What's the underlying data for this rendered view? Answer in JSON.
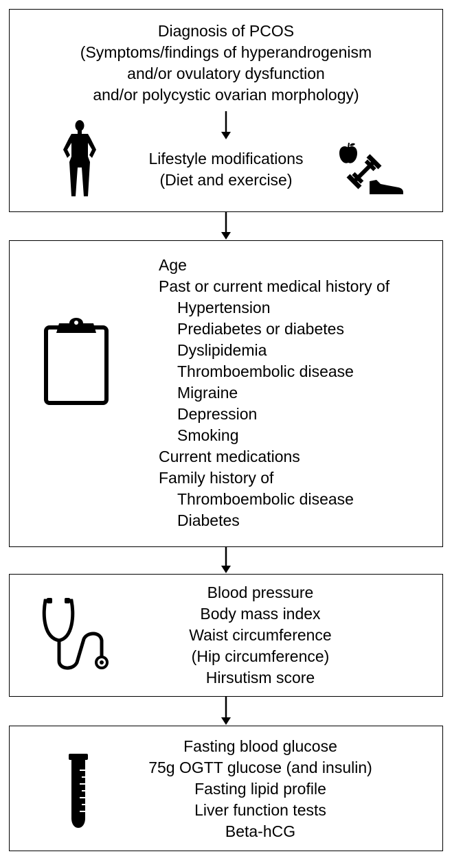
{
  "box1": {
    "lines": [
      "Diagnosis of PCOS",
      "(Symptoms/findings of hyperandrogenism",
      "and/or ovulatory dysfunction",
      "and/or polycystic ovarian morphology)"
    ],
    "lifestyle": [
      "Lifestyle modifications",
      "(Diet and exercise)"
    ],
    "icons": [
      "woman-silhouette-icon",
      "apple-icon",
      "dumbbell-icon",
      "sneaker-icon"
    ]
  },
  "box2": {
    "items": [
      {
        "text": "Age",
        "indent": 0
      },
      {
        "text": "Past or current medical history of",
        "indent": 0
      },
      {
        "text": "Hypertension",
        "indent": 1
      },
      {
        "text": "Prediabetes or diabetes",
        "indent": 1
      },
      {
        "text": "Dyslipidemia",
        "indent": 1
      },
      {
        "text": "Thromboembolic disease",
        "indent": 1
      },
      {
        "text": "Migraine",
        "indent": 1
      },
      {
        "text": "Depression",
        "indent": 1
      },
      {
        "text": "Smoking",
        "indent": 1
      },
      {
        "text": "Current medications",
        "indent": 0
      },
      {
        "text": "Family history of",
        "indent": 0
      },
      {
        "text": "Thromboembolic disease",
        "indent": 1
      },
      {
        "text": "Diabetes",
        "indent": 1
      }
    ],
    "icon": "clipboard-icon"
  },
  "box3": {
    "items": [
      "Blood pressure",
      "Body mass index",
      "Waist circumference",
      "(Hip circumference)",
      "Hirsutism score"
    ],
    "icon": "stethoscope-icon"
  },
  "box4": {
    "items": [
      "Fasting blood glucose",
      "75g OGTT glucose (and insulin)",
      "Fasting lipid profile",
      "Liver function tests",
      "Beta-hCG"
    ],
    "icon": "test-tube-icon"
  }
}
